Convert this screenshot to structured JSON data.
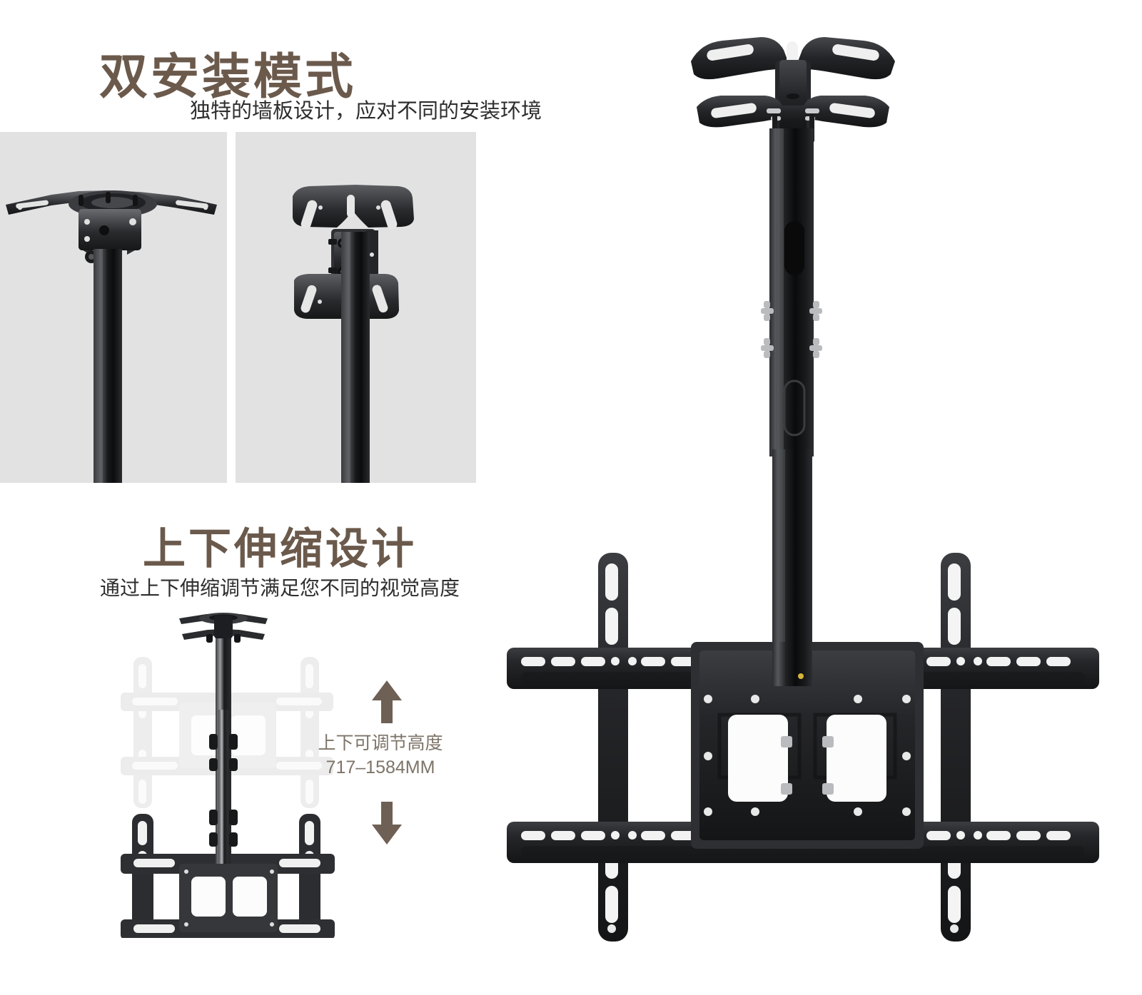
{
  "page": {
    "background": "#ffffff",
    "accent_brown": "#6b5a4c",
    "caption_gray": "#7d7468",
    "metal_black": "#232326",
    "panel_gray": "#e2e2e2"
  },
  "section_dual_mount": {
    "title": "双安装模式",
    "subtitle": "独特的墙板设计，应对不同的安装环境",
    "photos": [
      {
        "name": "ceiling-mount-photo",
        "caption": ""
      },
      {
        "name": "wall-mount-photo",
        "caption": ""
      }
    ]
  },
  "section_telescopic": {
    "title": "上下伸缩设计",
    "subtitle": "通过上下伸缩调节满足您不同的视觉高度",
    "range_label": "上下可调节高度",
    "range_value": "717–1584MM",
    "arrow_up_icon": "arrow-up-icon",
    "arrow_down_icon": "arrow-down-icon"
  },
  "hero": {
    "name": "ceiling-tv-mount-hero-image",
    "parts": {
      "ceiling_plate": "ceiling-mount-plate",
      "telescoping_pole": "telescoping-pole",
      "vesa_plate": "vesa-mounting-plate",
      "horizontal_rails": "horizontal-rail",
      "vertical_arms": "vertical-tv-arm"
    }
  }
}
